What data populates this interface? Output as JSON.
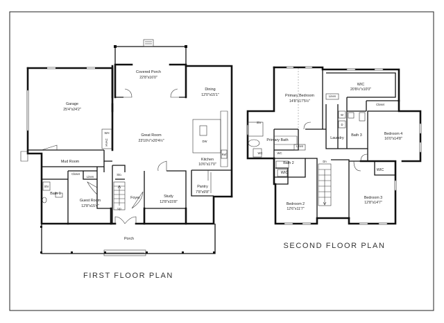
{
  "first_floor": {
    "title": "FIRST FLOOR PLAN",
    "rooms": {
      "covered_porch": {
        "name": "Covered Porch",
        "dim": "22'8\"x16'0\""
      },
      "garage": {
        "name": "Garage",
        "dim": "25'4\"x24'2\""
      },
      "dining": {
        "name": "Dining",
        "dim": "12'0\"x15'1\""
      },
      "great_room": {
        "name": "Great Room",
        "dim": "23'10½\"x20'4½\""
      },
      "kitchen": {
        "name": "Kitchen",
        "dim": "10'6\"x17'0\""
      },
      "mud_room": {
        "name": "Mud Room"
      },
      "bath1": {
        "name": "Bath 1"
      },
      "guest_room": {
        "name": "Guest Room",
        "dim": "12'8\"x15'4\""
      },
      "study": {
        "name": "Study",
        "dim": "12'8\"x15'8\""
      },
      "pantry": {
        "name": "Pantry",
        "dim": "7'8\"x9'8\""
      },
      "foyer": {
        "name": "Foyer"
      },
      "porch": {
        "name": "Porch"
      }
    },
    "fixtures": {
      "closet": "Closet",
      "linen": "Linen",
      "shr": "Shr",
      "sto": "Sto.",
      "up": "Up",
      "dw": "DW",
      "ref": "Ref",
      "hvac": "HVAC",
      "wh": "WH"
    }
  },
  "second_floor": {
    "title": "SECOND FLOOR PLAN",
    "rooms": {
      "primary_bedroom": {
        "name": "Primary Bedroom",
        "dim": "14'8\"x17'5½\""
      },
      "wic_main": {
        "name": "WIC",
        "dim": "20'8½\"x10'0\""
      },
      "primary_bath": {
        "name": "Primary Bath"
      },
      "laundry": {
        "name": "Laundry"
      },
      "bath3": {
        "name": "Bath 3"
      },
      "bedroom4": {
        "name": "Bedroom 4",
        "dim": "16'0\"x14'8\""
      },
      "bath2": {
        "name": "Bath 2"
      },
      "wic_b2": {
        "name": "WIC"
      },
      "bedroom2": {
        "name": "Bedroom 2",
        "dim": "12'6\"x11'7\""
      },
      "wic_b3": {
        "name": "WIC"
      },
      "bedroom3": {
        "name": "Bedroom 3",
        "dim": "12'8\"x14'7\""
      }
    },
    "fixtures": {
      "linen_a": "Linen",
      "linen_b": "Linen",
      "closet": "Closet",
      "shr": "Shr",
      "wc_a": "WC",
      "wc_b": "WC",
      "w": "W",
      "d": "D",
      "dn": "Dn"
    }
  }
}
